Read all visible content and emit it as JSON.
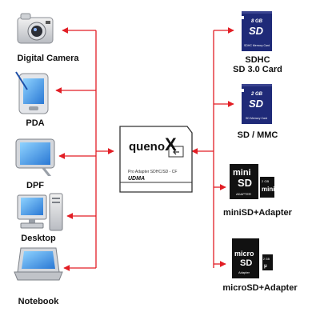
{
  "devices": [
    {
      "name": "camera",
      "label": "Digital Camera"
    },
    {
      "name": "pda",
      "label": "PDA"
    },
    {
      "name": "dpf",
      "label": "DPF"
    },
    {
      "name": "desktop",
      "label": "Desktop"
    },
    {
      "name": "notebook",
      "label": "Notebook"
    }
  ],
  "adapter": {
    "brand": "quenoX",
    "model_text": "Pro Adapter SDHC/SD - CF",
    "udma": "UDMA"
  },
  "cards": [
    {
      "name": "sdhc",
      "label_lines": [
        "SDHC",
        "SD 3.0 Card"
      ],
      "capacity": "8 GB",
      "card_text": "SDHC Memory Card"
    },
    {
      "name": "sd-mmc",
      "label_lines": [
        "SD / MMC"
      ],
      "capacity": "2 GB",
      "card_text": "SD Memory Card"
    },
    {
      "name": "minisd",
      "label_lines": [
        "miniSD+Adapter"
      ],
      "capacity": "2 GB",
      "logo_top": "mini",
      "logo_bottom": "SD",
      "adapter_text": "ADAPTER"
    },
    {
      "name": "microsd",
      "label_lines": [
        "microSD+Adapter"
      ],
      "capacity": "2 GB",
      "logo_top": "micro",
      "logo_bottom": "SD",
      "adapter_text": "Adapter"
    }
  ],
  "colors": {
    "arrow": "#e21e25",
    "card_blue": "#1f2a78",
    "card_black": "#111111",
    "device_blue": "#3d8be0"
  }
}
